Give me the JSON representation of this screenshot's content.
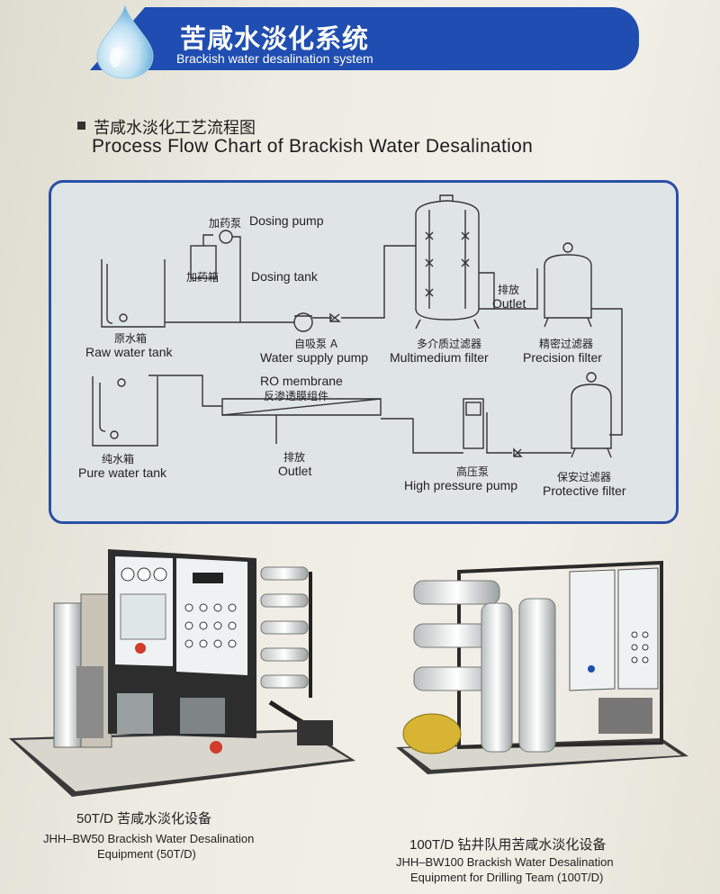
{
  "header": {
    "title_cn": "苦咸水淡化系统",
    "title_en": "Brackish water desalination system"
  },
  "section": {
    "title_cn": "苦咸水淡化工艺流程图",
    "title_en": "Process Flow Chart of Brackish Water Desalination"
  },
  "diagram": {
    "dosing_pump_cn": "加药泵",
    "dosing_pump_en": "Dosing pump",
    "dosing_tank_cn": "加药箱",
    "dosing_tank_en": "Dosing tank",
    "raw_tank_cn": "原水箱",
    "raw_tank_en": "Raw water tank",
    "supply_pump_cn": "自吸泵 A",
    "supply_pump_en": "Water supply pump",
    "mm_filter_cn": "多介质过滤器",
    "mm_filter_en": "Multimedium filter",
    "outlet1_cn": "排放",
    "outlet1_en": "Outlet",
    "precision_cn": "精密过滤器",
    "precision_en": "Precision filter",
    "ro_en": "RO membrane",
    "ro_cn": "反渗透膜组件",
    "pure_tank_cn": "纯水箱",
    "pure_tank_en": "Pure water tank",
    "outlet2_cn": "排放",
    "outlet2_en": "Outlet",
    "hp_pump_cn": "高压泵",
    "hp_pump_en": "High pressure pump",
    "protective_cn": "保安过滤器",
    "protective_en": "Protective filter"
  },
  "products": [
    {
      "caption_main": "50T/D  苦咸水淡化设备",
      "caption_en1": "JHH–BW50 Brackish Water Desalination",
      "caption_en2": "Equipment (50T/D)"
    },
    {
      "caption_main": "100T/D  钻井队用苦咸水淡化设备",
      "caption_en1": "JHH–BW100 Brackish Water Desalination",
      "caption_en2": "Equipment for Drilling Team (100T/D)"
    }
  ],
  "colors": {
    "banner": "#1f4db1",
    "frame": "#2a4fa8"
  }
}
